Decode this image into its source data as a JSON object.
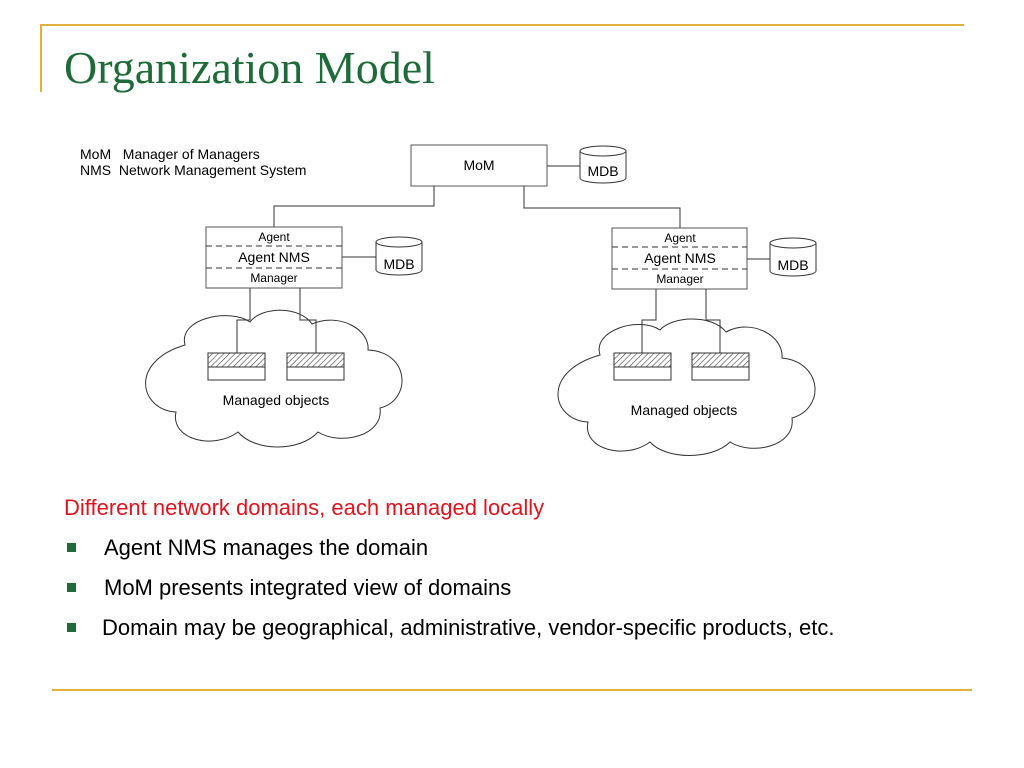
{
  "slide": {
    "title": "Organization Model",
    "accent_color": "#e0b040",
    "title_color": "#1e6b3a"
  },
  "legend": {
    "line1": "MoM   Manager of Managers",
    "line2": "NMS  Network Management System"
  },
  "diagram": {
    "mom": {
      "label": "MoM",
      "db": "MDB"
    },
    "left_domain": {
      "agent": "Agent",
      "nms": "Agent NMS",
      "manager": "Manager",
      "db": "MDB",
      "cloud": "Managed objects"
    },
    "right_domain": {
      "agent": "Agent",
      "nms": "Agent NMS",
      "manager": "Manager",
      "db": "MDB",
      "cloud": "Managed objects"
    }
  },
  "bullets": {
    "intro": "Different network domains, each managed locally",
    "intro_color": "#e0141c",
    "items": [
      "Agent NMS manages the domain",
      "MoM presents integrated view of domains",
      "Domain may be geographical, administrative, vendor-specific products, etc."
    ]
  }
}
